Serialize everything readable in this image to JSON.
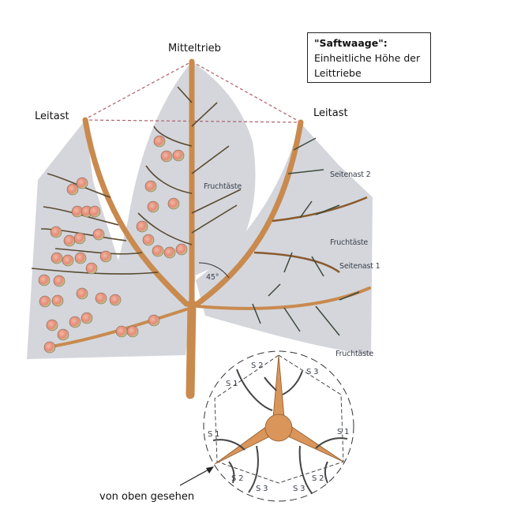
{
  "title_box": {
    "heading": "\"Saftwaage\":",
    "line1": "Einheitliche Höhe der",
    "line2": "Leittriebe"
  },
  "labels": {
    "central_leader": "Mitteltrieb",
    "scaffold_left": "Leitast",
    "scaffold_right": "Leitast",
    "fruit_branches_center": "Fruchtäste",
    "side_branch_2": "Seitenast 2",
    "fruit_branches_right": "Fruchtäste",
    "side_branch_1": "Seitenast 1",
    "angle": "45°",
    "fruit_branches_bottom": "Fruchtäste",
    "top_view": "von oben gesehen"
  },
  "top_view_labels": {
    "s1_upper_left": "S 1",
    "s2_top": "S 2",
    "s3_top": "S 3",
    "s1_left": "S 1",
    "s1_right": "S 1",
    "s2_bottom_left": "S 2",
    "s3_bottom_left": "S 3",
    "s3_bottom_right": "S 3",
    "s2_bottom_right": "S 2"
  },
  "colors": {
    "crown_bg": "#d4d6dc",
    "wood": "#c98a4e",
    "wood_dark": "#8a5a2e",
    "twig": "#3d4a3a",
    "dash": "#b0606a",
    "apple_red": "#e58a7a",
    "apple_green": "#b9d68a"
  }
}
